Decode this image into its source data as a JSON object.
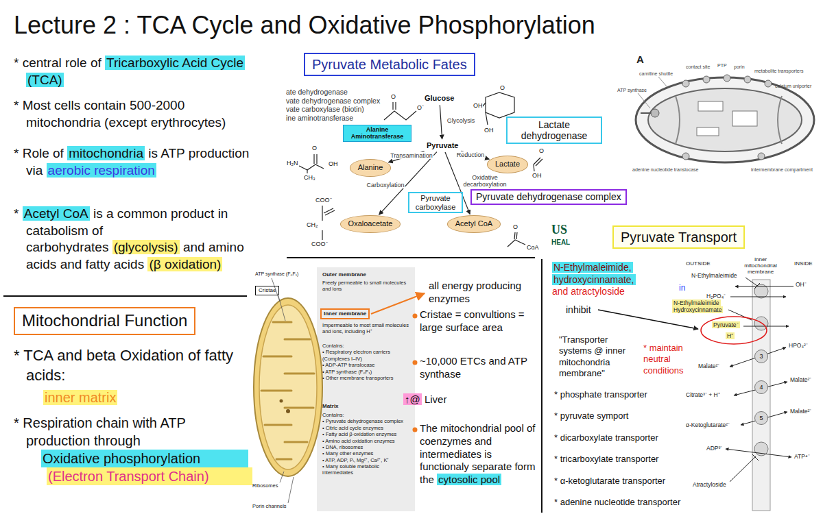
{
  "diagram": {
    "title": "Lecture 2 : TCA Cycle and Oxidative Phosphorylation",
    "nodes": [
      {
        "text": [
          "Pyruvate Metabolic Fates"
        ]
      },
      {
        "text": [
          "Glucose"
        ]
      },
      {
        "text": [
          "Alanine Aminotransferase"
        ]
      },
      {
        "text": [
          "Lactate dehydrogenase"
        ]
      },
      {
        "text": [
          "Pyruvate"
        ]
      },
      {
        "text": [
          "Alanine"
        ]
      },
      {
        "text": [
          "Lactate"
        ]
      },
      {
        "text": [
          "Pyruvate carboxylase"
        ]
      },
      {
        "text": [
          "Pyruvate dehydrogenase complex"
        ]
      },
      {
        "text": [
          "Oxaloacetate"
        ]
      },
      {
        "text": [
          "Acetyl CoA"
        ]
      },
      {
        "text": [
          "Pyruvate Transport"
        ]
      },
      {
        "text": [
          "Mitochondrial Function"
        ]
      },
      {
        "text": [
          "Cristae"
        ]
      },
      {
        "text": [
          "Inner membrane"
        ]
      },
      {
        "text": [
          "3"
        ]
      },
      {
        "text": [
          "4"
        ]
      },
      {
        "text": [
          "5"
        ]
      }
    ],
    "edges": [
      {
        "from": 1,
        "to": 4,
        "arrow": "to",
        "label": "Glycolysis"
      },
      {
        "from": 4,
        "to": 5,
        "arrow": "to",
        "label": "Transamination"
      },
      {
        "from": 4,
        "to": 6,
        "arrow": "to",
        "label": "Reduction"
      },
      {
        "from": 4,
        "to": 9,
        "arrow": "to",
        "label": "Carboxylation"
      },
      {
        "from": 4,
        "to": 10,
        "arrow": "to",
        "label": "Oxidative decarboxylation"
      }
    ],
    "labels": [
      "* central role of",
      "Tricarboxylic Acid Cycle (TCA)",
      "* Most cells contain 500-2000 mitochondria (except erythrocytes)",
      "* Role of",
      "mitochondria",
      "is ATP production via",
      "aerobic respiration",
      "*",
      "Acetyl CoA",
      "is a common product in catabolism of carbohydrates",
      "(glycolysis)",
      "and amino acids and fatty acids",
      "(β oxidation)",
      "* TCA and beta Oxidation of fatty acids:",
      "inner matrix",
      "* Respiration chain with ATP production through",
      "Oxidative phosphorylation",
      "(Electron Transport Chain)",
      "ate dehydrogenase",
      "vate dehydrogenase complex",
      "vate carboxylase (biotin)",
      "ine aminotransferase",
      "O",
      "O⁻",
      "H₂N",
      "O",
      "OH",
      "CH₃",
      "O",
      "OH",
      "COO⁻",
      "CH₂",
      "COO⁻",
      "O",
      "CoA",
      "O",
      "OH",
      "OH",
      "A",
      "carnitine shuttle",
      "contact site",
      "PTP",
      "porin",
      "metabolite transporters",
      "calcium uniporter",
      "ATP synthase",
      "adenine nucleotide translocase",
      "intermembrane compartment",
      "US",
      "HEAL",
      "ATP synthase (F₀F₁)",
      "Outer membrane",
      "Freely permeable to small molecules and ions",
      "Impermeable to most small molecules and ions, including H⁺",
      "Contains:",
      "• Respiratory electron carriers (Complexes I–IV)",
      "• ADP-ATP translocase",
      "• ATP synthase (F₀F₁)",
      "• Other membrane transporters",
      "Matrix",
      "Contains:",
      "• Pyruvate dehydrogenase complex",
      "• Citric acid cycle enzymes",
      "• Fatty acid β-oxidation enzymes",
      "• Amino acid oxidation enzymes",
      "• DNA, ribosomes",
      "• Many other enzymes",
      "• ATP, ADP, Pᵢ, Mg²⁺, Ca²⁺, K⁺",
      "• Many soluble metabolic intermediates",
      "Ribosomes",
      "Porin channels",
      "all energy producing enzymes",
      "Cristae = convultions = large surface area",
      "~10,000 ETCs and ATP synthase",
      "↑@",
      "Liver",
      "The mitochondrial pool of coenzymes and intermediates is functionaly separate form the",
      "cytosolic pool",
      "N-Ethylmaleimide, hydroxycinnamate,",
      "and atractyloside",
      "in",
      "inhibit",
      "\"Transporter systems @ inner mitochondria membrane\"",
      "* maintain neutral conditions",
      "* phosphate transporter",
      "* pyruvate symport",
      "* dicarboxylate transporter",
      "* tricarboxylate transporter",
      "* α-ketoglutarate transporter",
      "* adenine nucleotide transporter",
      "OUTSIDE",
      "Inner mitochondrial membrane",
      "INSIDE",
      "N-Ethylmaleimide",
      "OH⁻",
      "H₂PO₄⁻",
      "N-Ethylmaleimide Hydroxycinnamate",
      "Pyruvate⁻",
      "H⁺",
      "HPO₄²⁻",
      "Malate²⁻",
      "Malate²⁻",
      "Citrate³⁻ + H⁺",
      "Malate²⁻",
      "α-Ketoglutarate²⁻",
      "ADP³⁻",
      "ATP⁴⁻",
      "Atractyloside"
    ]
  }
}
